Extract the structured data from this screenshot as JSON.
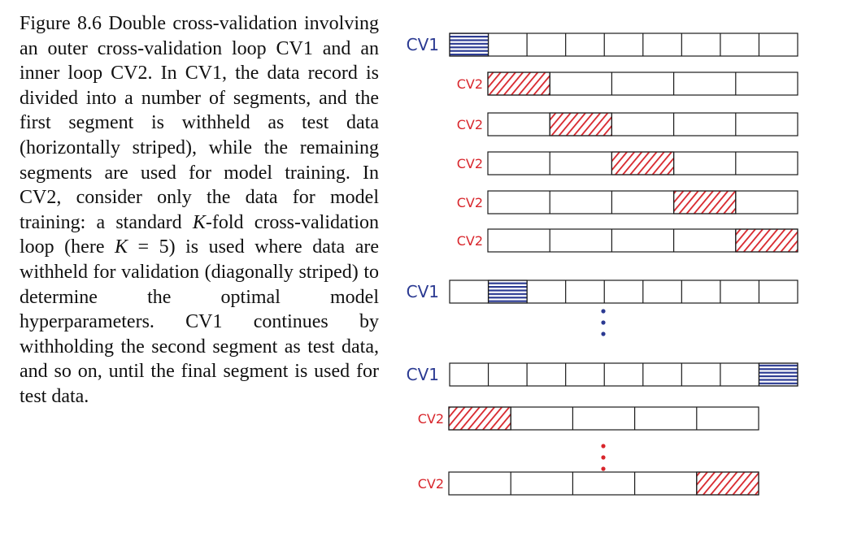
{
  "caption": {
    "label": "Figure 8.6",
    "part1": " Double  cross-validation involving an outer cross-validation loop CV1 and an inner loop CV2. In CV1, the data record is divided into a number of segments, and the first segment is withheld as test data (horizontally striped), while the re­maining segments are used for model training. In CV2, consider only the data for model training: a standard ",
    "k_symbol": "K",
    "part2": "-fold  cross-validation  loop  (here ",
    "k_symbol_2": "K",
    "eq_sign": " = ",
    "k_value": "5",
    "part3": ") is used where data are withheld for validation (diagonally striped) to determine the optimal model hyperparameters. CV1 con­tinues by withholding the second segment as test data, and so on, un­til the final segment is used for test data."
  },
  "diagram": {
    "colors": {
      "outer_test": "#2b3a92",
      "inner_validation": "#d8252b",
      "outline": "#1a1a1a"
    },
    "rows": [
      {
        "label": "CV1",
        "loop": "outer",
        "segments": 9,
        "highlighted_segment": 1
      },
      {
        "label": "CV2",
        "loop": "inner",
        "segments": 5,
        "highlighted_segment": 1
      },
      {
        "label": "CV2",
        "loop": "inner",
        "segments": 5,
        "highlighted_segment": 2
      },
      {
        "label": "CV2",
        "loop": "inner",
        "segments": 5,
        "highlighted_segment": 3
      },
      {
        "label": "CV2",
        "loop": "inner",
        "segments": 5,
        "highlighted_segment": 4
      },
      {
        "label": "CV2",
        "loop": "inner",
        "segments": 5,
        "highlighted_segment": 5
      },
      {
        "label": "CV1",
        "loop": "outer",
        "segments": 9,
        "highlighted_segment": 2
      },
      {
        "ellipsis": "outer"
      },
      {
        "label": "CV1",
        "loop": "outer",
        "segments": 9,
        "highlighted_segment": 9
      },
      {
        "label": "CV2",
        "loop": "inner",
        "segments": 5,
        "highlighted_segment": 1
      },
      {
        "ellipsis": "inner"
      },
      {
        "label": "CV2",
        "loop": "inner",
        "segments": 5,
        "highlighted_segment": 5
      }
    ]
  }
}
